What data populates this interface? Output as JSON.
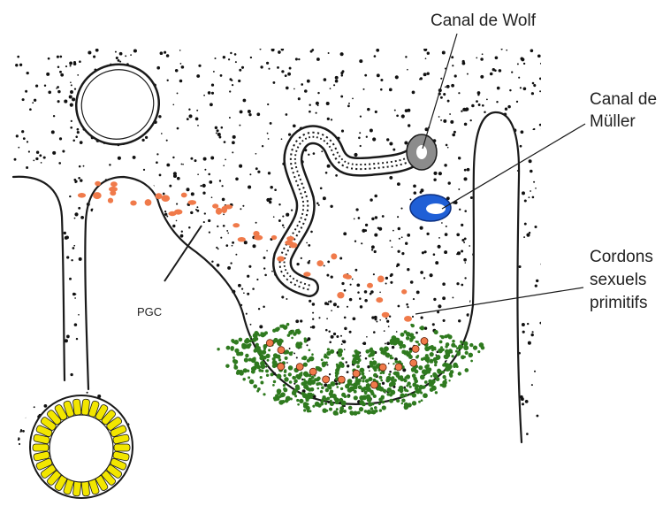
{
  "labels": {
    "wolf": "Canal de Wolf",
    "muller_line1": "Canal de",
    "muller_line2": "Müller",
    "cords_line1": "Cordons",
    "cords_line2": "sexuels",
    "cords_line3": "primitifs",
    "pgc": "PGC"
  },
  "colors": {
    "background": "#ffffff",
    "outline": "#1a1a1a",
    "stipple": "#111111",
    "pgc_cells": "#f07a4a",
    "muller_duct": "#1f5fd6",
    "wolffian_duct": "#8c8c8c",
    "sex_cords": "#2f7a1f",
    "neural_tube_ring": "#f2e600"
  }
}
